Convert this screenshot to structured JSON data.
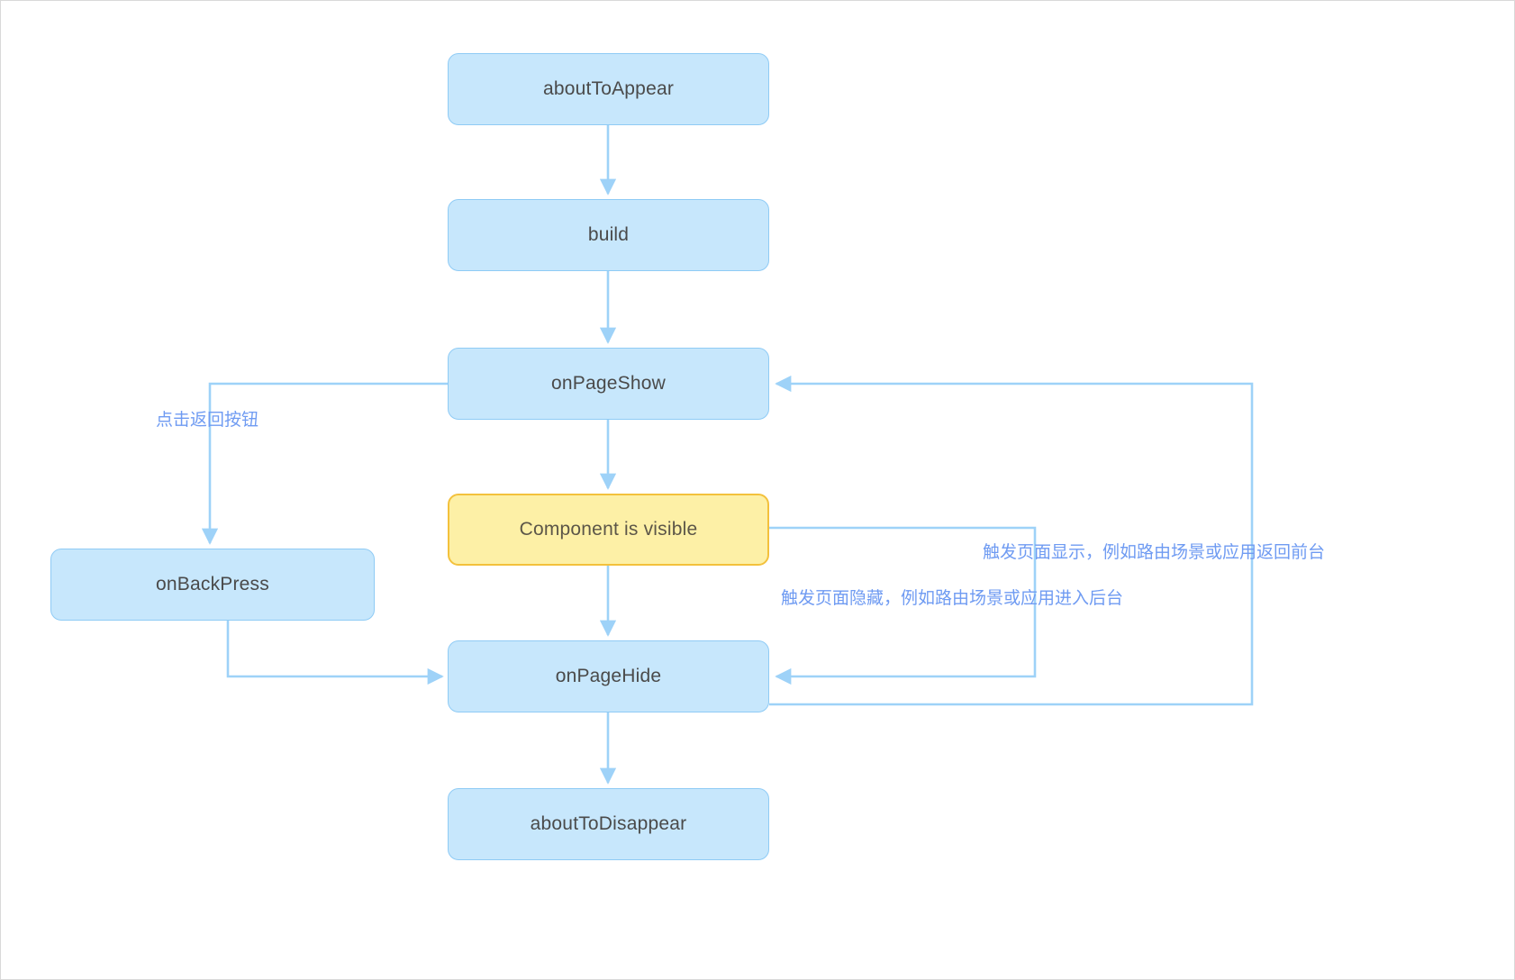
{
  "diagram": {
    "title": "Page lifecycle flow",
    "colors": {
      "node_fill_blue": "#c7e7fc",
      "node_border_blue": "#8fcbf5",
      "node_fill_yellow": "#fdf0a6",
      "node_border_yellow": "#f3c13c",
      "edge_stroke": "#9ed2f8",
      "label_text": "#6f9bf2",
      "node_text": "#4a4a4a",
      "canvas_background": "#ffffff"
    },
    "nodes": [
      {
        "id": "aboutToAppear",
        "label": "aboutToAppear",
        "kind": "blue"
      },
      {
        "id": "build",
        "label": "build",
        "kind": "blue"
      },
      {
        "id": "onPageShow",
        "label": "onPageShow",
        "kind": "blue"
      },
      {
        "id": "componentVisible",
        "label": "Component is visible",
        "kind": "yellow"
      },
      {
        "id": "onBackPress",
        "label": "onBackPress",
        "kind": "blue"
      },
      {
        "id": "onPageHide",
        "label": "onPageHide",
        "kind": "blue"
      },
      {
        "id": "aboutToDisappear",
        "label": "aboutToDisappear",
        "kind": "blue"
      }
    ],
    "edge_labels": [
      {
        "id": "backButton",
        "text": "点击返回按钮"
      },
      {
        "id": "pageShowTrigger",
        "text": "触发页面显示，例如路由场景或应用返回前台"
      },
      {
        "id": "pageHideTrigger",
        "text": "触发页面隐藏，例如路由场景或应用进入后台"
      }
    ],
    "edges": [
      {
        "from": "aboutToAppear",
        "to": "build",
        "label": ""
      },
      {
        "from": "build",
        "to": "onPageShow",
        "label": ""
      },
      {
        "from": "onPageShow",
        "to": "componentVisible",
        "label": ""
      },
      {
        "from": "onPageShow",
        "to": "onBackPress",
        "label": "点击返回按钮"
      },
      {
        "from": "onBackPress",
        "to": "onPageHide",
        "label": ""
      },
      {
        "from": "componentVisible",
        "to": "onPageHide",
        "label": ""
      },
      {
        "from": "componentVisible",
        "to": "onPageHide",
        "label": "触发页面隐藏，例如路由场景或应用进入后台"
      },
      {
        "from": "onPageHide",
        "to": "onPageShow",
        "label": "触发页面显示，例如路由场景或应用返回前台"
      },
      {
        "from": "onPageHide",
        "to": "aboutToDisappear",
        "label": ""
      }
    ]
  }
}
